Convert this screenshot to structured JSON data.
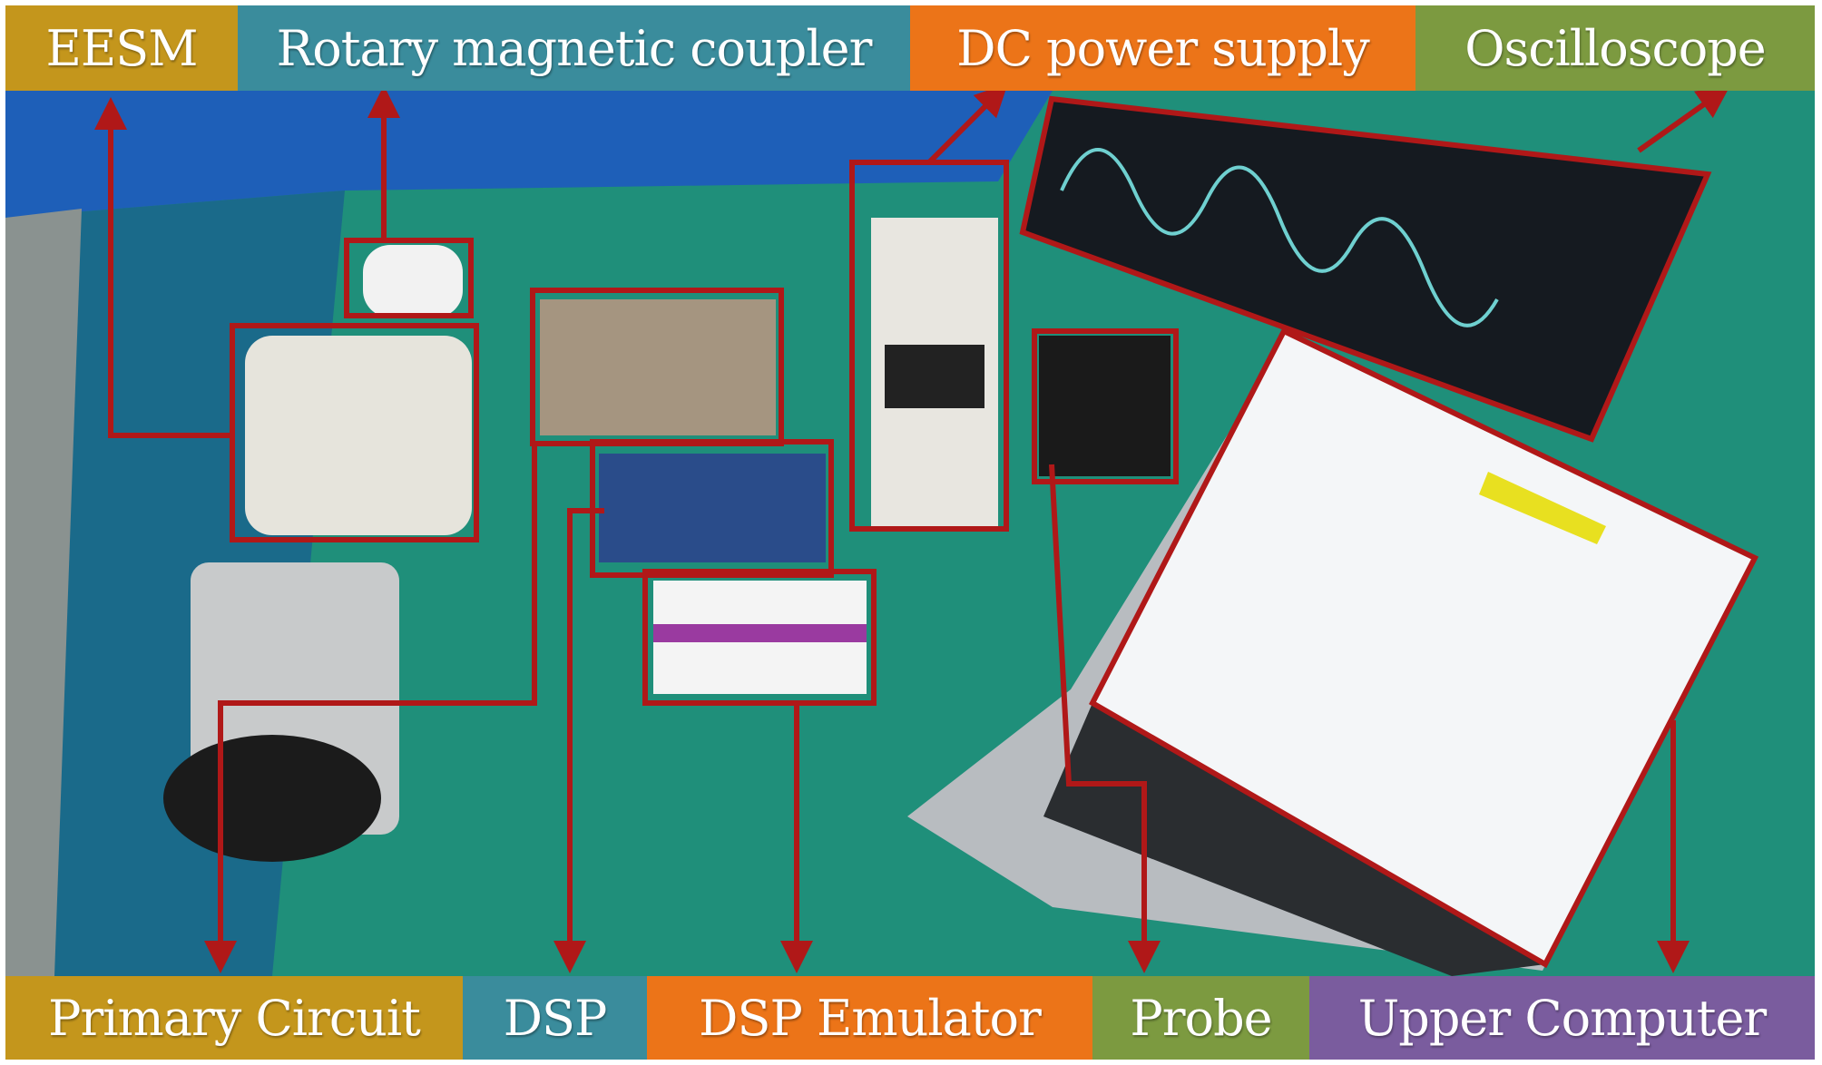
{
  "top_labels": [
    {
      "text": "EESM",
      "color": "#c4961c"
    },
    {
      "text": "Rotary magnetic coupler",
      "color": "#3a8c9c"
    },
    {
      "text": "DC power supply",
      "color": "#ec7418"
    },
    {
      "text": "Oscilloscope",
      "color": "#7c9a40"
    }
  ],
  "bottom_labels": [
    {
      "text": "Primary Circuit",
      "color": "#c4961c"
    },
    {
      "text": "DSP",
      "color": "#3a8c9c"
    },
    {
      "text": "DSP Emulator",
      "color": "#ec7418"
    },
    {
      "text": "Probe",
      "color": "#7c9a40"
    },
    {
      "text": "Upper Computer",
      "color": "#7a5c9e"
    }
  ],
  "annotation_color": "#b01818"
}
